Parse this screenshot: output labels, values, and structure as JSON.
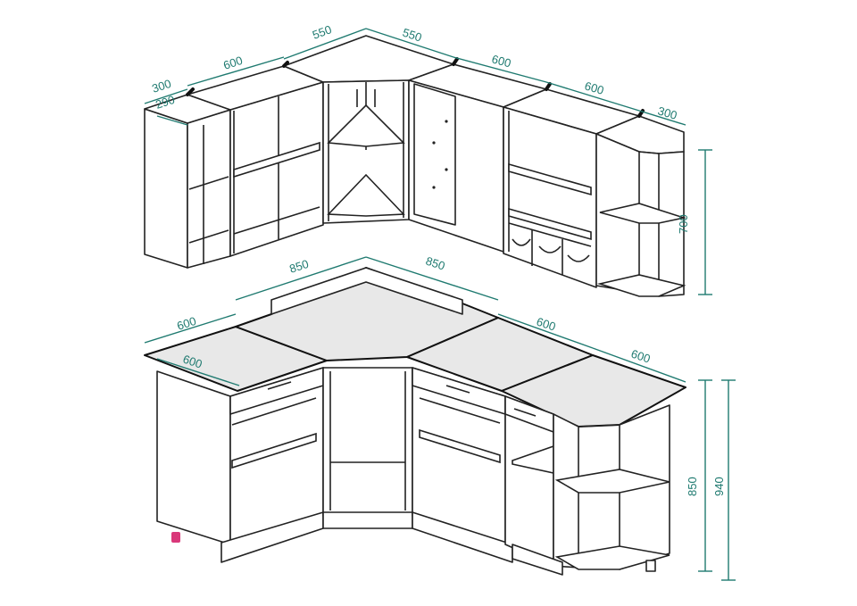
{
  "dimensions": {
    "wall_left_depth_outer": "300",
    "wall_left_depth_inner": "290",
    "wall_left_width": "600",
    "wall_corner_left": "550",
    "wall_corner_right": "550",
    "wall_right_width_1": "600",
    "wall_right_width_2": "600",
    "wall_end_depth": "300",
    "wall_height": "700",
    "base_corner_left": "850",
    "base_corner_right": "850",
    "base_left_depth": "600",
    "base_left_width": "600",
    "base_right_width_1": "600",
    "base_right_width_2": "600",
    "base_height_body": "850",
    "base_height_total": "940"
  },
  "colors": {
    "dimension": "#1f7a70",
    "outline": "#222222",
    "foot_accent": "#d9387a"
  }
}
